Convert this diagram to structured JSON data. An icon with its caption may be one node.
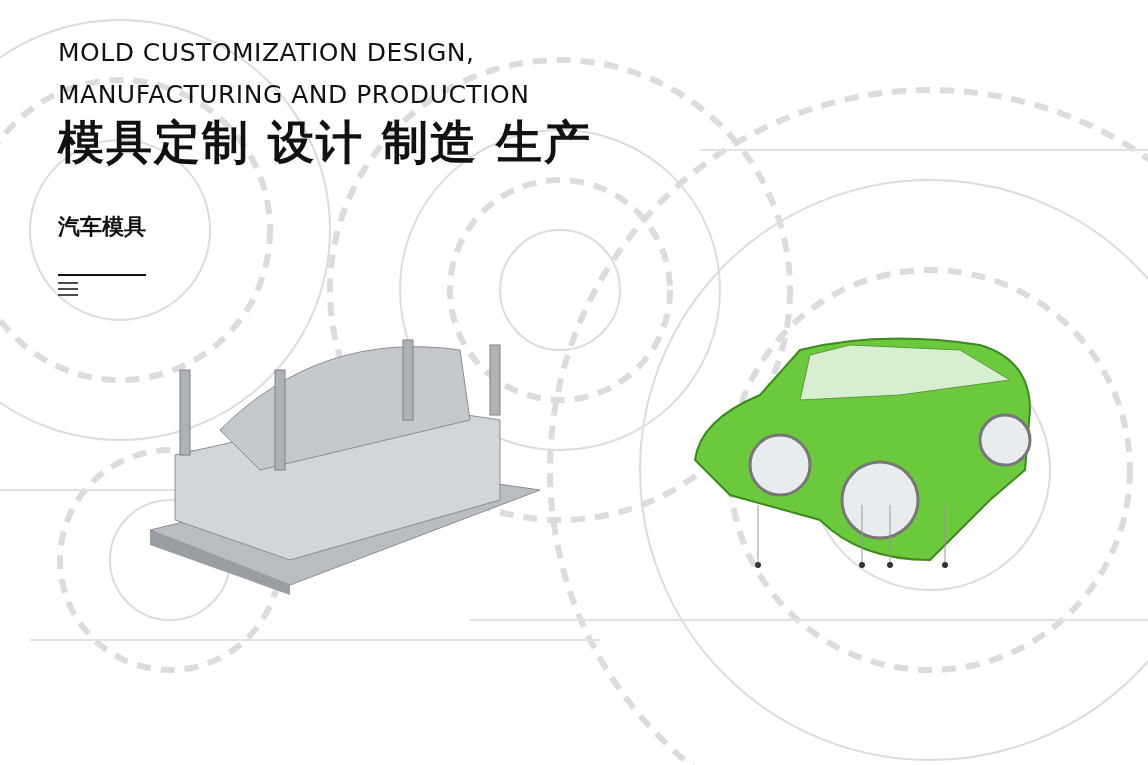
{
  "diagram": {
    "title": "MOLD CUSTOMIZATION DESIGN, MANUFACTURING AND PRODUCTION",
    "labels": [
      "模具定制 设计 制造 生产",
      "汽车模具"
    ]
  }
}
